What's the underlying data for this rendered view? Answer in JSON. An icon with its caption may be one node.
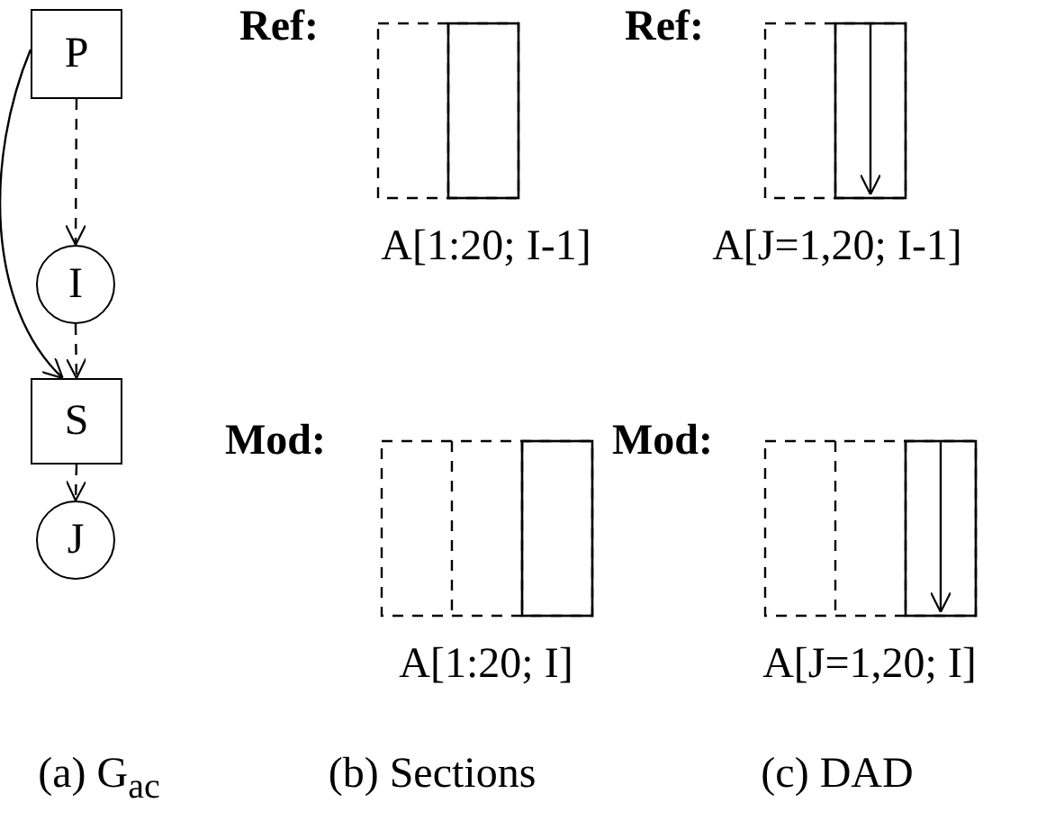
{
  "diagram": {
    "nodes": [
      {
        "text": [
          "P"
        ]
      },
      {
        "text": [
          "I"
        ]
      },
      {
        "text": [
          "S"
        ]
      },
      {
        "text": [
          "J"
        ]
      }
    ],
    "edges": [
      {
        "from": 0,
        "to": 1,
        "arrow": "to",
        "style": "dashed"
      },
      {
        "from": 1,
        "to": 2,
        "arrow": "to",
        "style": "dashed"
      },
      {
        "from": 0,
        "to": 2,
        "arrow": "to"
      },
      {
        "from": 2,
        "to": 3,
        "arrow": "to",
        "style": "dashed"
      }
    ],
    "labels": [
      "Ref:",
      "Ref:",
      "A[1:20; I-1]",
      "A[J=1,20; I-1]",
      "Mod:",
      "Mod:",
      "A[1:20; I]",
      "A[J=1,20; I]",
      "(a) G$_{ac}$",
      "(b) Sections",
      "(c) DAD"
    ]
  }
}
